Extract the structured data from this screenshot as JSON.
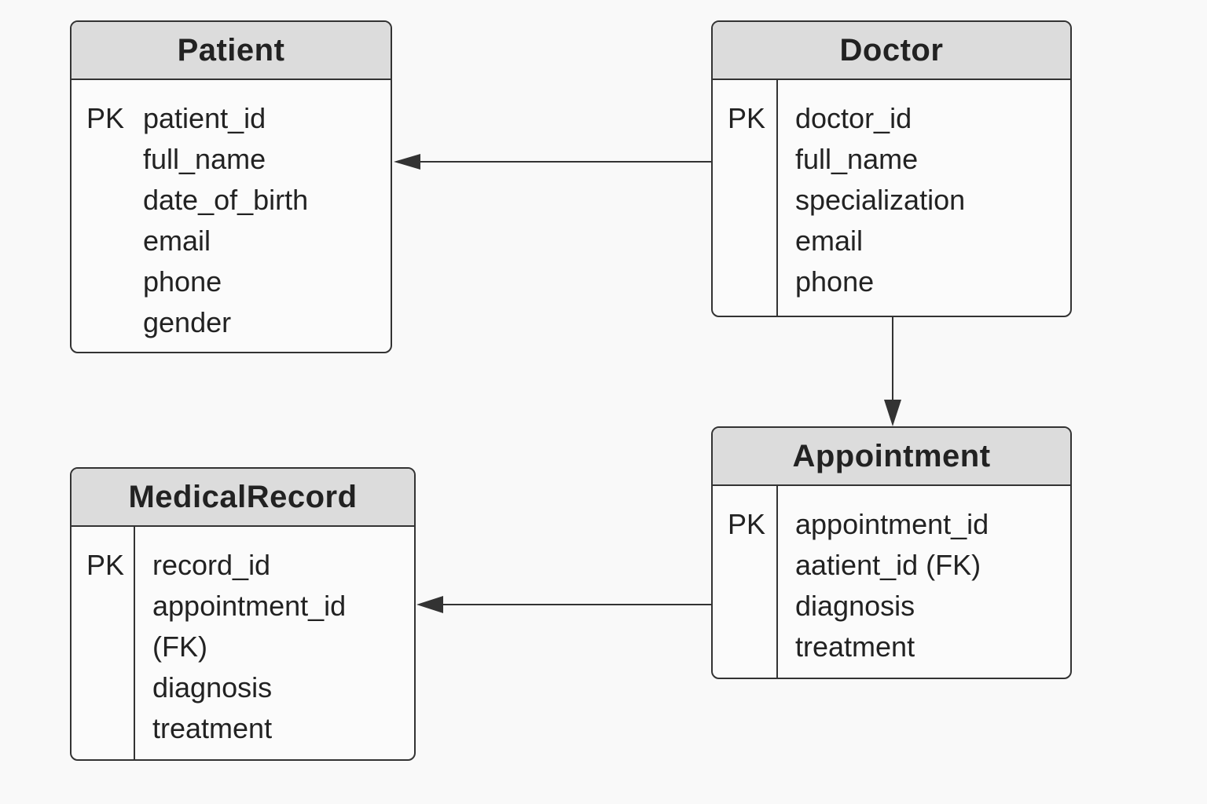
{
  "diagram": {
    "entities": {
      "patient": {
        "name": "Patient",
        "key": "PK",
        "fields": [
          "patient_id",
          "full_name",
          "date_of_birth",
          "email",
          "phone",
          "gender"
        ]
      },
      "doctor": {
        "name": "Doctor",
        "key": "PK",
        "fields": [
          "doctor_id",
          "full_name",
          "specialization",
          "email",
          "phone"
        ]
      },
      "appointment": {
        "name": "Appointment",
        "key": "PK",
        "fields": [
          "appointment_id",
          "aatient_id (FK)",
          "diagnosis",
          "treatment"
        ]
      },
      "medical_record": {
        "name": "MedicalRecord",
        "key": "PK",
        "fields": [
          "record_id",
          "appointment_id",
          "(FK)",
          "diagnosis",
          "treatment"
        ]
      }
    },
    "relationships": [
      {
        "from": "Doctor",
        "to": "Patient"
      },
      {
        "from": "Doctor",
        "to": "Appointment"
      },
      {
        "from": "Appointment",
        "to": "MedicalRecord"
      }
    ],
    "colors": {
      "background": "#f9f9f9",
      "header": "#dcdcdc",
      "border": "#333333",
      "text": "#222222"
    }
  }
}
